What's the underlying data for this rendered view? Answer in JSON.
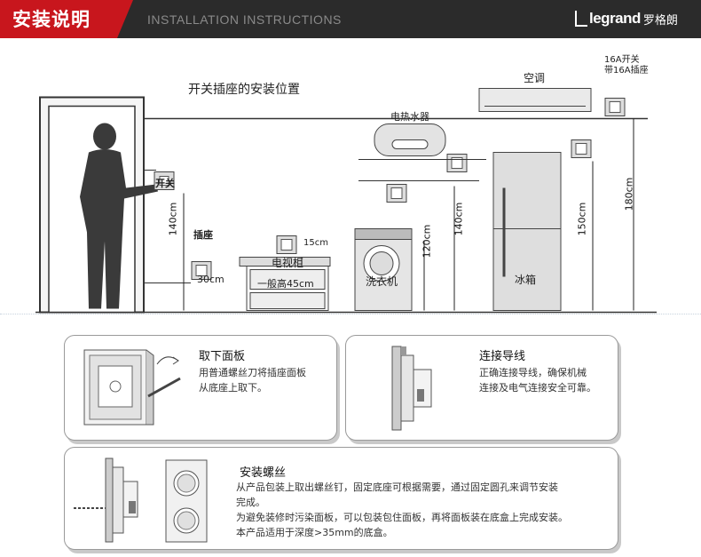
{
  "header": {
    "title": "安装说明",
    "subtitle": "INSTALLATION INSTRUCTIONS",
    "brand": "legrand",
    "brand_cn": "罗格朗"
  },
  "diagram": {
    "title": "开关插座的安装位置",
    "labels": {
      "switch": "开关",
      "socket": "插座",
      "h140a": "140cm",
      "h30": "30cm",
      "tv_cabinet": "电视柜",
      "tv_height": "一般高45cm",
      "h15": "15cm",
      "washer": "洗衣机",
      "h120": "120cm",
      "h140b": "140cm",
      "heater": "电热水器",
      "fridge": "冰箱",
      "h150": "150cm",
      "ac": "空调",
      "ac_switch_1": "16A开关",
      "ac_switch_2": "带16A插座",
      "h180": "180cm"
    }
  },
  "steps": [
    {
      "title": "取下面板",
      "lines": [
        "用普通螺丝刀将插座面板",
        "从底座上取下。"
      ]
    },
    {
      "title": "连接导线",
      "lines": [
        "正确连接导线，确保机械",
        "连接及电气连接安全可靠。"
      ]
    },
    {
      "title": "安装螺丝",
      "lines": [
        "从产品包装上取出螺丝钉，固定底座可根据需要，通过固定圆孔来调节安装",
        "完成。",
        "为避免装修时污染面板，可以包装包住面板，再将面板装在底盒上完成安装。",
        "本产品适用于深度>35mm的底盒。"
      ]
    }
  ],
  "colors": {
    "accent": "#c8161d",
    "header_bg": "#2b2b2b"
  }
}
